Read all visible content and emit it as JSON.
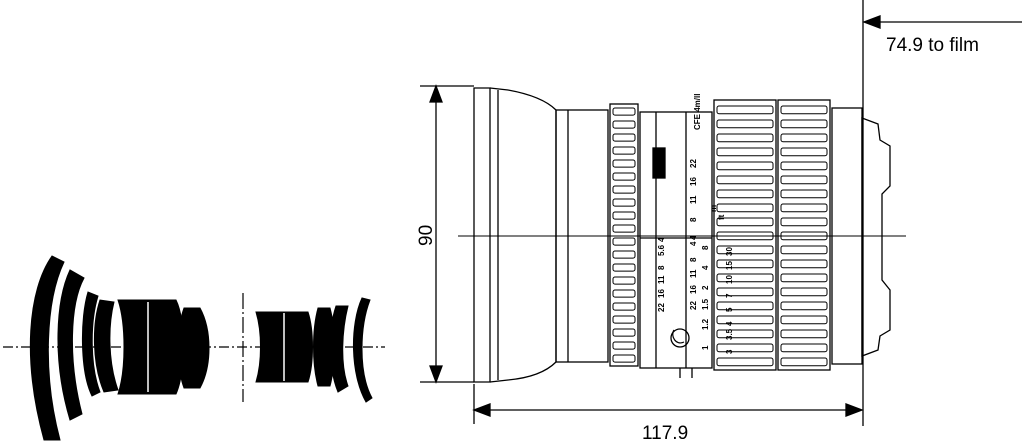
{
  "dimensions": {
    "flange_to_film": "74.9 to film",
    "diameter": "90",
    "length": "117.9"
  },
  "distance_scale": {
    "unit_m": "m",
    "unit_ft": "ft",
    "top_label": "CFE 4m/ll",
    "m_values": [
      "22",
      "16",
      "11",
      "8",
      "4"
    ],
    "ft_values": [
      "8",
      "4",
      "2",
      "1.5",
      "1.2",
      "1"
    ],
    "ft_large": [
      "30",
      "15",
      "10",
      "7",
      "5",
      "4",
      "3.5",
      "3"
    ]
  },
  "aperture_scale": [
    "22",
    "16",
    "11",
    "8",
    "5.6",
    "4"
  ],
  "depth_of_field": [
    "22",
    "16",
    "11",
    "8",
    "4"
  ],
  "colors": {
    "line": "#000000",
    "background": "#ffffff"
  }
}
